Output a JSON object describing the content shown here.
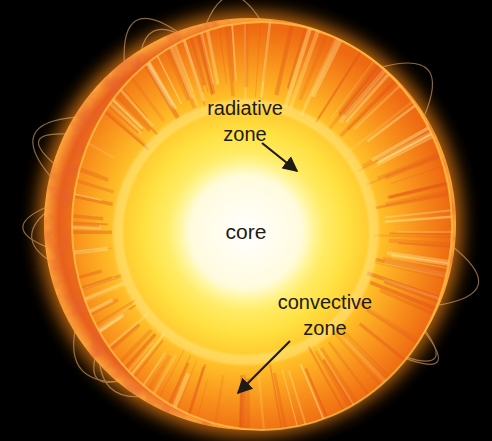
{
  "diagram": {
    "nodes": [
      {
        "text": [
          "core"
        ]
      }
    ],
    "labels": [
      "radiative zone",
      "convective zone"
    ]
  }
}
